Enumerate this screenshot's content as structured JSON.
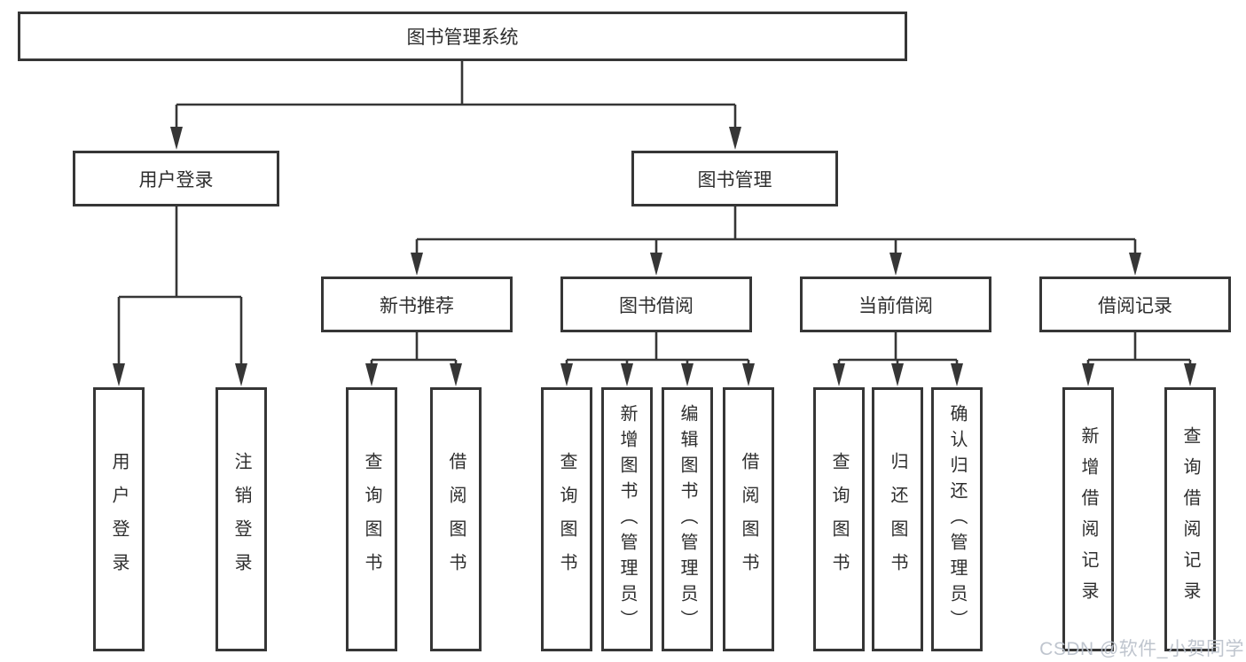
{
  "diagram": {
    "root": {
      "label": "图书管理系统"
    },
    "branches": [
      {
        "label": "用户登录",
        "children": [
          {
            "label": "用户登录"
          },
          {
            "label": "注销登录"
          }
        ]
      },
      {
        "label": "图书管理",
        "groups": [
          {
            "label": "新书推荐",
            "children": [
              {
                "label": "查询图书"
              },
              {
                "label": "借阅图书"
              }
            ]
          },
          {
            "label": "图书借阅",
            "children": [
              {
                "label": "查询图书"
              },
              {
                "label": "新增图书（管理员）"
              },
              {
                "label": "编辑图书（管理员）"
              },
              {
                "label": "借阅图书"
              }
            ]
          },
          {
            "label": "当前借阅",
            "children": [
              {
                "label": "查询图书"
              },
              {
                "label": "归还图书"
              },
              {
                "label": "确认归还（管理员）"
              }
            ]
          },
          {
            "label": "借阅记录",
            "children": [
              {
                "label": "新增借阅记录"
              },
              {
                "label": "查询借阅记录"
              }
            ]
          }
        ]
      }
    ]
  },
  "watermark": {
    "text": "CSDN @软件_小贺同学"
  },
  "colors": {
    "line": "#363636",
    "box_background": "#ffffff",
    "text": "#2e2e2e",
    "watermark": "#bac0ca"
  }
}
